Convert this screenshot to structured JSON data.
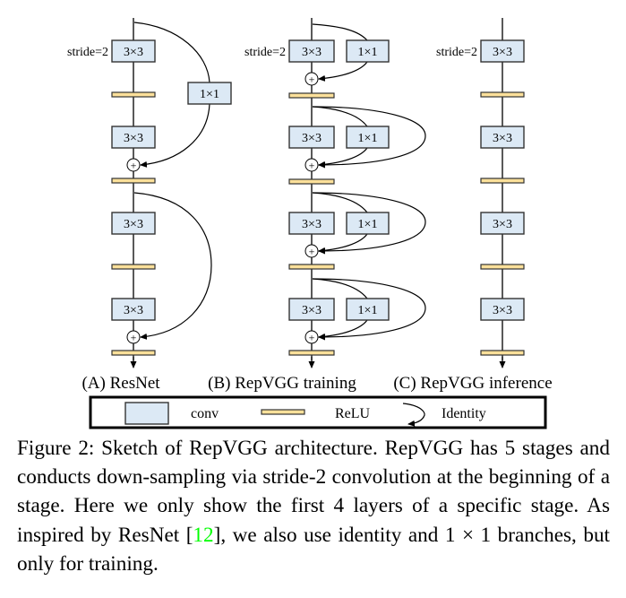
{
  "figure": {
    "colors": {
      "conv_fill": "#dce9f5",
      "conv_stroke": "#333333",
      "relu_fill": "#fbe09a",
      "relu_stroke": "#333333",
      "line": "#000000",
      "citation": "#00ff00"
    },
    "conv_labels": {
      "k3": "3×3",
      "k1": "1×1"
    },
    "stride_label": "stride=2",
    "plus_symbol": "+",
    "panels": [
      {
        "id": "A",
        "label": "(A) ResNet"
      },
      {
        "id": "B",
        "label": "(B) RepVGG training"
      },
      {
        "id": "C",
        "label": "(C) RepVGG inference"
      }
    ],
    "legend": {
      "conv": "conv",
      "relu": "ReLU",
      "identity": "Identity"
    }
  },
  "caption": {
    "prefix": "Figure 2: Sketch of RepVGG architecture. RepVGG has 5 stages and conducts down-sampling via stride-2 convolution at the beginning of a stage. Here we only show the first 4 layers of a specific stage. As inspired by ResNet [",
    "citation": "12",
    "suffix": "], we also use identity and 1 × 1 branches, but only for training."
  }
}
